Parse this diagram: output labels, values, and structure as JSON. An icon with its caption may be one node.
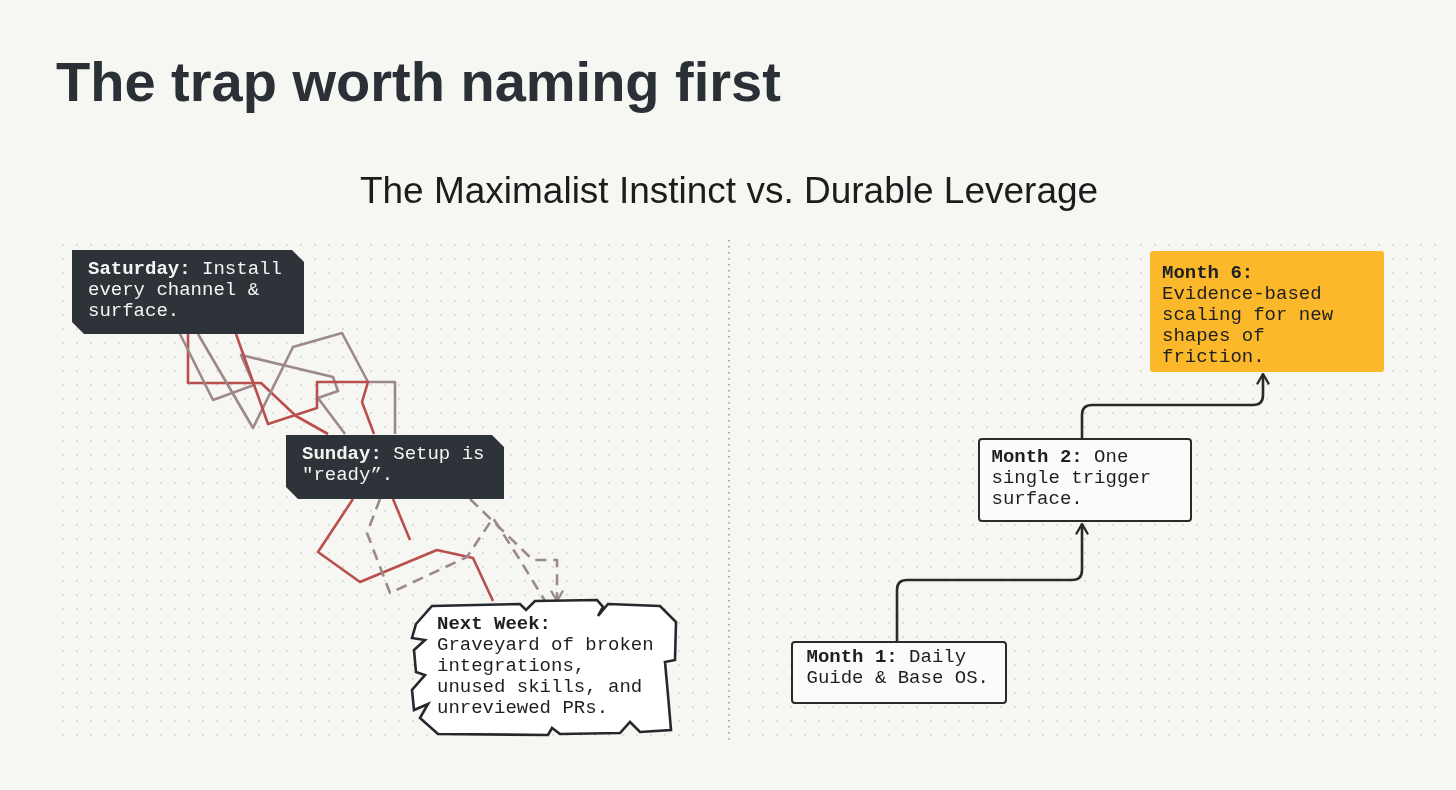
{
  "diagram": {
    "title": "The trap worth naming first",
    "nodes": [
      {
        "text": [
          "**Saturday:** Install every channel & surface."
        ]
      },
      {
        "text": [
          "**Sunday:** Setup is \"ready”."
        ]
      },
      {
        "text": [
          "**Next Week:** Graveyard of broken integrations, unused skills, and unreviewed PRs."
        ]
      },
      {
        "text": [
          "**Month 1:** Daily Guide & Base OS."
        ]
      },
      {
        "text": [
          "**Month 2:** One single trigger surface."
        ]
      },
      {
        "text": [
          "**Month 6:** Evidence-based scaling for new shapes of friction."
        ]
      }
    ],
    "edges": [
      {
        "from": 0,
        "to": 1,
        "arrow": "none",
        "color": "#b9504c"
      },
      {
        "from": 0,
        "to": 1,
        "arrow": "none",
        "color": "#9c8a8a"
      },
      {
        "from": 0,
        "to": 1,
        "arrow": "none",
        "color": "#9c8a8a"
      },
      {
        "from": 0,
        "to": 1,
        "arrow": "none",
        "color": "#b9504c"
      },
      {
        "from": 1,
        "to": 2,
        "arrow": "none",
        "color": "#b9504c"
      },
      {
        "from": 1,
        "to": null,
        "arrow": "none",
        "color": "#b9504c"
      },
      {
        "from": 1,
        "to": 2,
        "arrow": "none",
        "style": "dashed",
        "color": "#9c8a8a"
      },
      {
        "from": 1,
        "to": 2,
        "arrow": "to",
        "style": "dashed",
        "color": "#9c8a8a"
      },
      {
        "from": 3,
        "to": 4,
        "arrow": "to",
        "color": "#2a2a2a"
      },
      {
        "from": 4,
        "to": 5,
        "arrow": "to",
        "color": "#2a2a2a"
      }
    ],
    "labels": [
      "The Maximalist Instinct vs. Durable Leverage"
    ]
  }
}
